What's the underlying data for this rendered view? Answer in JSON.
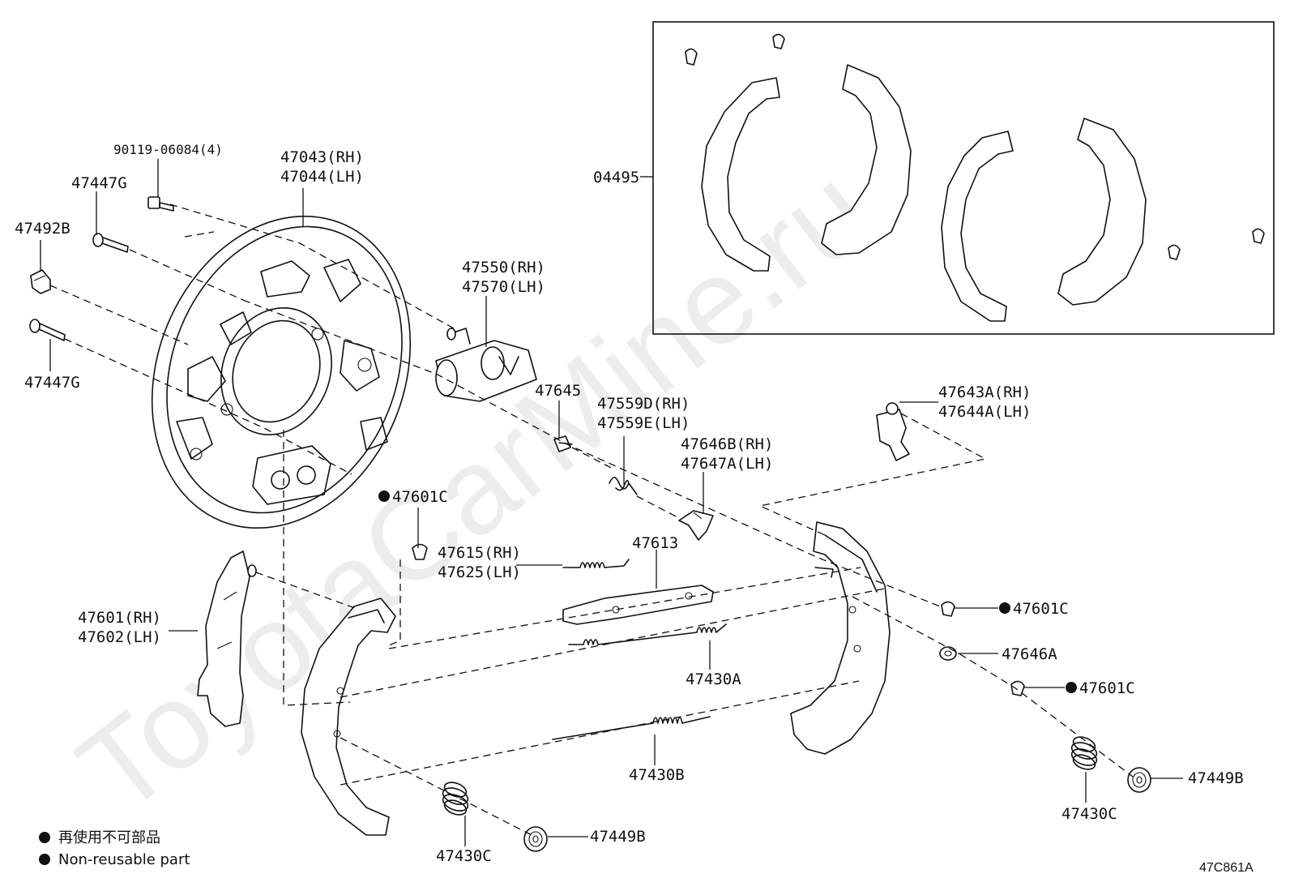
{
  "watermark": "ToyotaCarMine.ru",
  "diagram_code": "47C861A",
  "legend": [
    {
      "symbol": "●",
      "text": "再使用不可部品"
    },
    {
      "symbol": "●",
      "text": "Non-reusable part"
    }
  ],
  "labels": {
    "bolt_90119": "90119-06084(4)",
    "plate_rh": "47043(RH)",
    "plate_lh": "47044(LH)",
    "pin_47447g_top": "47447G",
    "plug_47492b": "47492B",
    "pin_47447g_bottom": "47447G",
    "cyl_rh": "47550(RH)",
    "cyl_lh": "47570(LH)",
    "bleeder_47645": "47645",
    "kit_04495": "04495",
    "spring_47559d": "47559D(RH)",
    "spring_47559e": "47559E(LH)",
    "lever_47643a": "47643A(RH)",
    "lever_47644a": "47644A(LH)",
    "lever_47646b": "47646B(RH)",
    "lever_47647a": "47647A(LH)",
    "clip_47601c_1": "47601C",
    "spring_47615": "47615(RH)",
    "spring_47625": "47625(LH)",
    "strut_47613": "47613",
    "lever_47601": "47601(RH)",
    "lever_47602": "47602(LH)",
    "spring_47430a": "47430A",
    "clip_47601c_2": "47601C",
    "washer_47646a": "47646A",
    "clip_47601c_3": "47601C",
    "spring_47430b": "47430B",
    "cup_47449b_right": "47449B",
    "spring_47430c_right": "47430C",
    "spring_47430c_left": "47430C",
    "cup_47449b_left": "47449B"
  }
}
